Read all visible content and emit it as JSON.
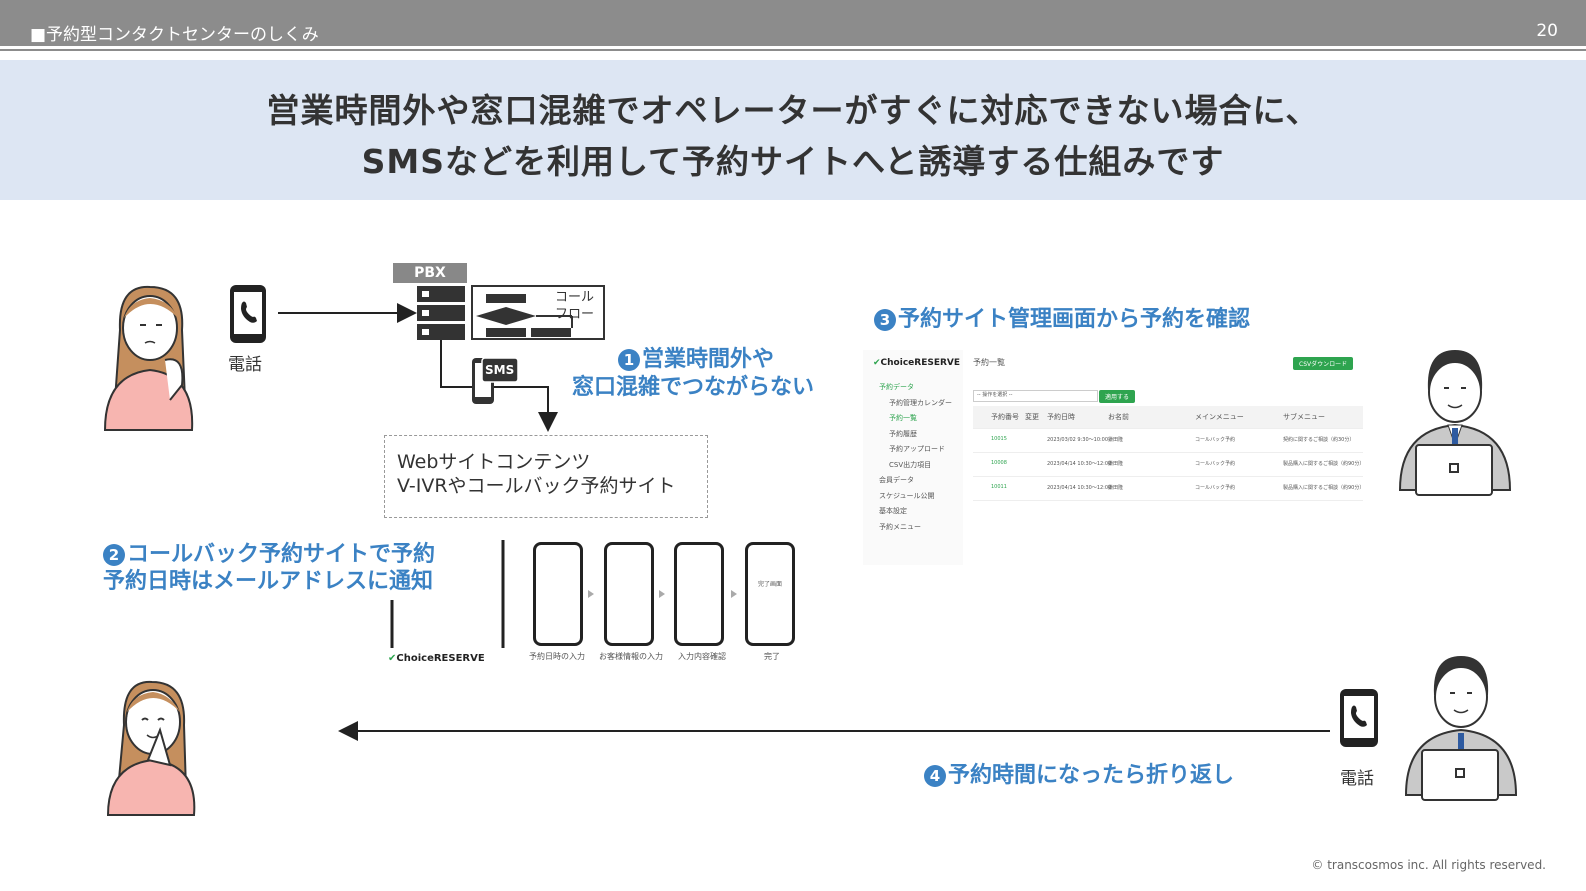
{
  "header": {
    "section_title": "■予約型コンタクトセンターのしくみ",
    "page_number": "20"
  },
  "headline": {
    "line1": "営業時間外や窓口混雑でオペレーターがすぐに対応できない場合に、",
    "line2": "SMSなどを利用して予約サイトへと誘導する仕組みです"
  },
  "diagram": {
    "phone_label_left": "電話",
    "phone_label_right": "電話",
    "pbx_label": "PBX",
    "call_flow_line1": "コール",
    "call_flow_line2": "フロー",
    "sms_label": "SMS",
    "web_box_line1": "Webサイトコンテンツ",
    "web_box_line2": "V-IVRやコールバック予約サイト",
    "step1": {
      "num": "1",
      "line1": "営業時間外や",
      "line2": "窓口混雑でつながらない"
    },
    "step2": {
      "num": "2",
      "line1": "コールバック予約サイトで予約",
      "line2": "予約日時はメールアドレスに通知"
    },
    "step3": {
      "num": "3",
      "line1": "予約サイト管理画面から予約を確認"
    },
    "step4": {
      "num": "4",
      "line1": "予約時間になったら折り返し"
    }
  },
  "admin_screen": {
    "logo": "ChoiceRESERVE",
    "title": "予約一覧",
    "csv_button": "CSVダウンロード",
    "apply_button": "適用する",
    "filter_placeholder": "-- 操作を選択 --",
    "side_items": [
      "予約データ",
      "予約管理カレンダー",
      "予約一覧",
      "予約履歴",
      "予約アップロード",
      "CSV出力項目",
      "会員データ",
      "スケジュール公開",
      "基本設定",
      "予約メニュー"
    ],
    "columns": [
      "予約番号",
      "変更",
      "予約日時",
      "お名前",
      "メインメニュー",
      "サブメニュー"
    ],
    "rows": [
      {
        "id": "10015",
        "date": "2023/03/02 9:30〜10:00",
        "name": "鎌田隆",
        "main": "コールバック予約",
        "sub": "契約に関するご相談（約30分）"
      },
      {
        "id": "10008",
        "date": "2023/04/14 10:30〜12:00",
        "name": "鎌田隆",
        "main": "コールバック予約",
        "sub": "製品購入に関するご相談（約90分）"
      },
      {
        "id": "10011",
        "date": "2023/04/14 10:30〜12:00",
        "name": "鎌田隆",
        "main": "コールバック予約",
        "sub": "製品購入に関するご相談（約90分）"
      }
    ]
  },
  "phone_flow": {
    "logo": "ChoiceRESERVE",
    "steps": [
      "予約日時の入力",
      "お客様情報の入力",
      "入力内容確認",
      "完了"
    ],
    "complete_text": "完了画面"
  },
  "footer": {
    "copyright": "© transcosmos inc. All rights reserved."
  }
}
